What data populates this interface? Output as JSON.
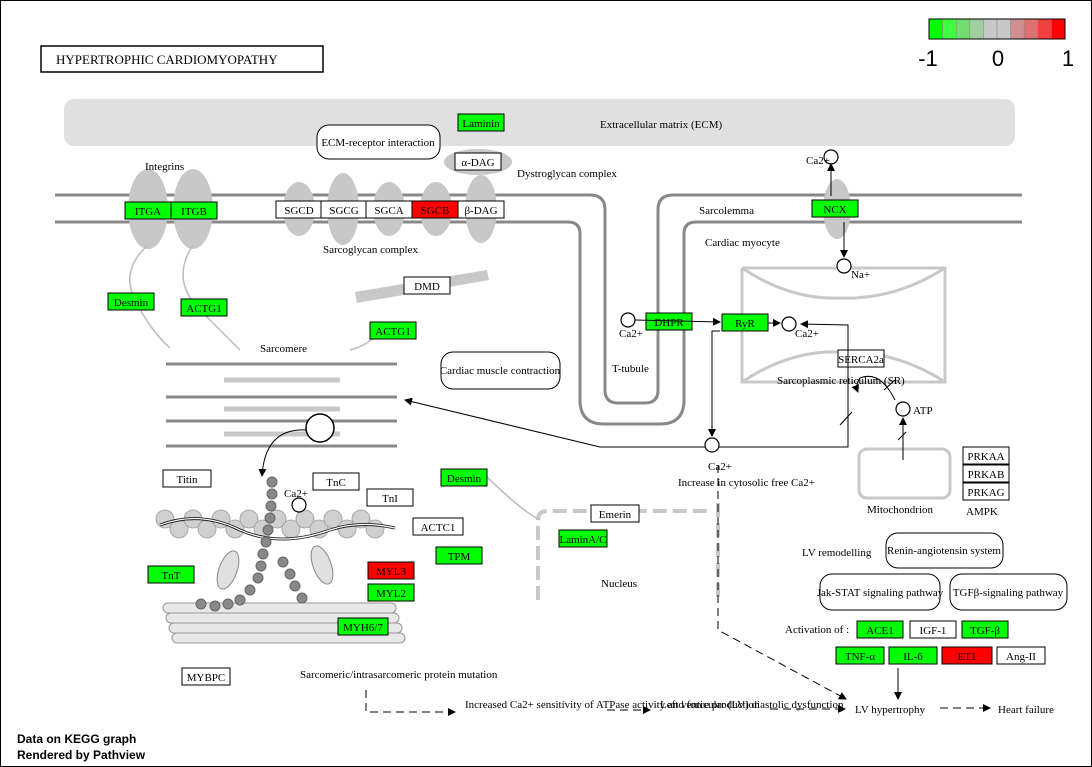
{
  "title": "HYPERTROPHIC CARDIOMYOPATHY",
  "legend": {
    "min_label": "-1",
    "mid_label": "0",
    "max_label": "1",
    "colors": [
      "#00ff00",
      "#40ff40",
      "#70dd70",
      "#a0d0a0",
      "#c8c8c8",
      "#c8c8c8",
      "#d09090",
      "#e07070",
      "#f04040",
      "#ff0000"
    ]
  },
  "colors": {
    "up": "#ff0000",
    "down": "#00ff00",
    "none": "#ffffff",
    "membrane": "#888888",
    "ecm": "#e0e0e0"
  },
  "labels": {
    "ecm": "Extracellular matrix (ECM)",
    "integrins": "Integrins",
    "dystroglycan_complex": "Dystroglycan complex",
    "sarcoglycan_complex": "Sarcoglycan complex",
    "sarcolemma": "Sarcolemma",
    "cardiac_myocyte": "Cardiac myocyte",
    "sarcomere": "Sarcomere",
    "t_tubule": "T-tubule",
    "sr": "Sarcoplasmic reticulum (SR)",
    "nucleus": "Nucleus",
    "mitochondrion": "Mitochondrion",
    "ampk": "AMPK",
    "atp": "ATP",
    "ca2": "Ca2+",
    "na": "Na+",
    "cytosolic_ca": "Increase in cytosolic free Ca2+",
    "lv_remodelling": "LV remodelling",
    "activation_of": "Activation of :",
    "protein_mutation": "Sarcomeric/intrasarcomeric protein mutation",
    "ca_sensitivity": "Increased Ca2+ sensitivity of ATPase activity and force production",
    "diastolic": "Left venticular (LV) diastolic dysfunction",
    "lv_hypertrophy": "LV hypertrophy",
    "heart_failure": "Heart failure"
  },
  "pathways": {
    "ecm_receptor": "ECM-receptor interaction",
    "muscle_contraction": "Cardiac muscle contraction",
    "renin": "Renin-angiotensin system",
    "jak_stat": "Jak-STAT signaling pathway",
    "tgfb_path": "TGFβ-signaling pathway"
  },
  "genes": [
    {
      "name": "Laminin",
      "state": "down"
    },
    {
      "name": "α-DAG",
      "state": "none"
    },
    {
      "name": "ITGA",
      "state": "down"
    },
    {
      "name": "ITGB",
      "state": "down"
    },
    {
      "name": "SGCD",
      "state": "none"
    },
    {
      "name": "SGCG",
      "state": "none"
    },
    {
      "name": "SGCA",
      "state": "none"
    },
    {
      "name": "SGCB",
      "state": "up"
    },
    {
      "name": "β-DAG",
      "state": "none"
    },
    {
      "name": "NCX",
      "state": "down"
    },
    {
      "name": "DMD",
      "state": "none"
    },
    {
      "name": "Desmin",
      "state": "down"
    },
    {
      "name": "ACTG1",
      "state": "down"
    },
    {
      "name": "ACTG1",
      "state": "down"
    },
    {
      "name": "DHPR",
      "state": "down"
    },
    {
      "name": "RyR",
      "state": "down"
    },
    {
      "name": "SERCA2a",
      "state": "none"
    },
    {
      "name": "Titin",
      "state": "none"
    },
    {
      "name": "TnC",
      "state": "none"
    },
    {
      "name": "TnI",
      "state": "none"
    },
    {
      "name": "Desmin",
      "state": "down"
    },
    {
      "name": "ACTC1",
      "state": "none"
    },
    {
      "name": "TPM",
      "state": "down"
    },
    {
      "name": "TnT",
      "state": "down"
    },
    {
      "name": "MYL3",
      "state": "up"
    },
    {
      "name": "MYL2",
      "state": "down"
    },
    {
      "name": "MYH6/7",
      "state": "down"
    },
    {
      "name": "MYBPC",
      "state": "none"
    },
    {
      "name": "Emerin",
      "state": "none"
    },
    {
      "name": "LaminA/C",
      "state": "down"
    },
    {
      "name": "PRKAA",
      "state": "none"
    },
    {
      "name": "PRKAB",
      "state": "none"
    },
    {
      "name": "PRKAG",
      "state": "none"
    },
    {
      "name": "ACE1",
      "state": "down"
    },
    {
      "name": "IGF-1",
      "state": "none"
    },
    {
      "name": "TGF-β",
      "state": "down"
    },
    {
      "name": "TNF-α",
      "state": "down"
    },
    {
      "name": "IL-6",
      "state": "down"
    },
    {
      "name": "ET1",
      "state": "up"
    },
    {
      "name": "Ang-II",
      "state": "none"
    }
  ],
  "footer": {
    "line1": "Data on KEGG graph",
    "line2": "Rendered by Pathview"
  }
}
